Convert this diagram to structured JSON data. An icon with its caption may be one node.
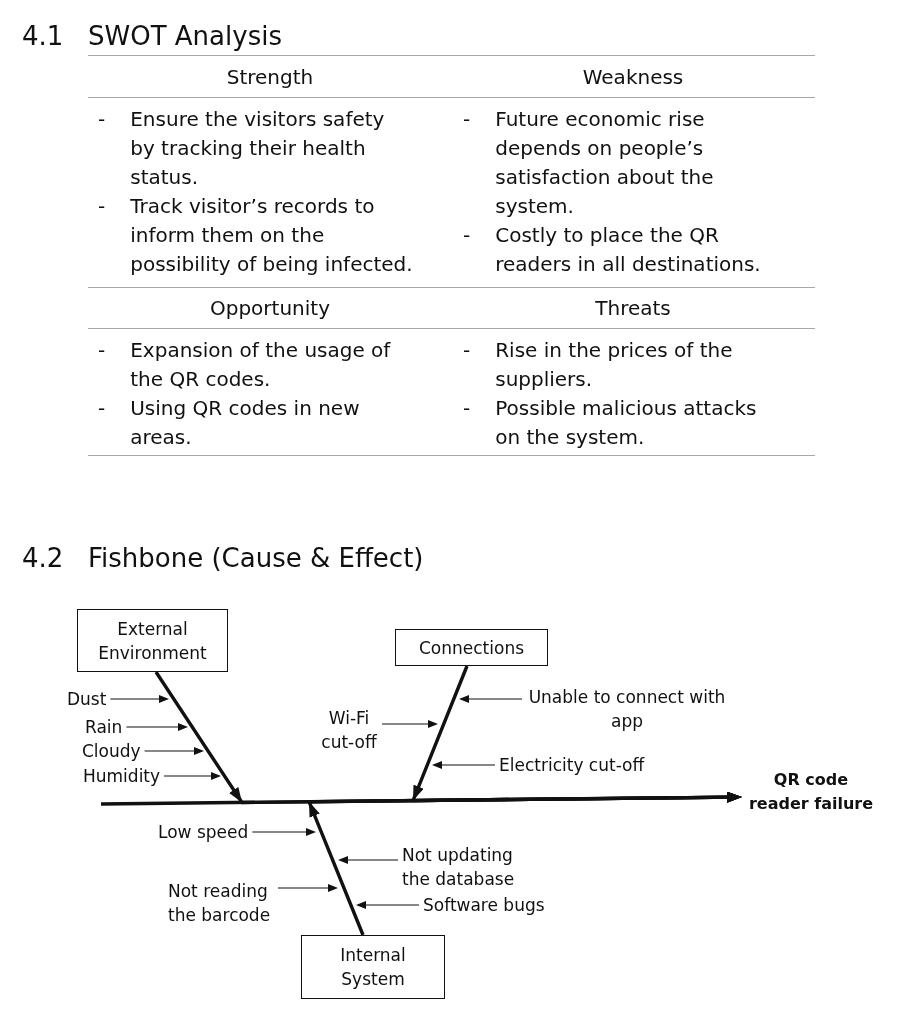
{
  "diagram": {
    "nodes": [
      {
        "text": [
          "External Environment"
        ]
      },
      {
        "text": [
          "Connections"
        ]
      },
      {
        "text": [
          "Dust"
        ]
      },
      {
        "text": [
          "Rain"
        ]
      },
      {
        "text": [
          "Cloudy"
        ]
      },
      {
        "text": [
          "Humidity"
        ]
      },
      {
        "text": [
          "Wi-Fi cut-off"
        ]
      },
      {
        "text": [
          "Unable to connect with app"
        ]
      },
      {
        "text": [
          "Electricity cut-off"
        ]
      },
      {
        "text": [
          "QR code reader failure"
        ]
      },
      {
        "text": [
          "Low speed"
        ]
      },
      {
        "text": [
          "Not updating the database"
        ]
      },
      {
        "text": [
          "Not reading the barcode"
        ]
      },
      {
        "text": [
          "Software bugs"
        ]
      },
      {
        "text": [
          "Internal System"
        ]
      }
    ],
    "edges": [
      {
        "from": 0,
        "to": 9,
        "arrow": "to",
        "style": "thick"
      },
      {
        "from": 1,
        "to": 9,
        "arrow": "to",
        "style": "thick"
      },
      {
        "from": 14,
        "to": 9,
        "arrow": "to",
        "style": "thick"
      },
      {
        "from": 2,
        "to": null,
        "arrow": "to"
      },
      {
        "from": 3,
        "to": null,
        "arrow": "to"
      },
      {
        "from": 4,
        "to": null,
        "arrow": "to"
      },
      {
        "from": 5,
        "to": null,
        "arrow": "to"
      },
      {
        "from": 6,
        "to": null,
        "arrow": "to"
      },
      {
        "from": 7,
        "to": null,
        "arrow": "to"
      },
      {
        "from": 8,
        "to": null,
        "arrow": "to"
      },
      {
        "from": 10,
        "to": null,
        "arrow": "to"
      },
      {
        "from": 11,
        "to": null,
        "arrow": "to"
      },
      {
        "from": 12,
        "to": null,
        "arrow": "to"
      },
      {
        "from": 13,
        "to": null,
        "arrow": "to"
      }
    ],
    "labels": [
      "4.1",
      "SWOT Analysis",
      "Strength",
      "Weakness",
      "-",
      "Ensure the visitors safety by tracking their health status.",
      "-",
      "Track visitor’s records to inform them on the possibility of being infected.",
      "-",
      "Future economic rise depends on people’s satisfaction about the system.",
      "-",
      "Costly to place the QR readers in all destinations.",
      "Opportunity",
      "Threats",
      "-",
      "Expansion of the usage of the QR codes.",
      "-",
      "Using QR codes in new areas.",
      "-",
      "Rise in the prices of the suppliers.",
      "-",
      "Possible malicious attacks on the system.",
      "4.2",
      "Fishbone (Cause & Effect)"
    ]
  }
}
